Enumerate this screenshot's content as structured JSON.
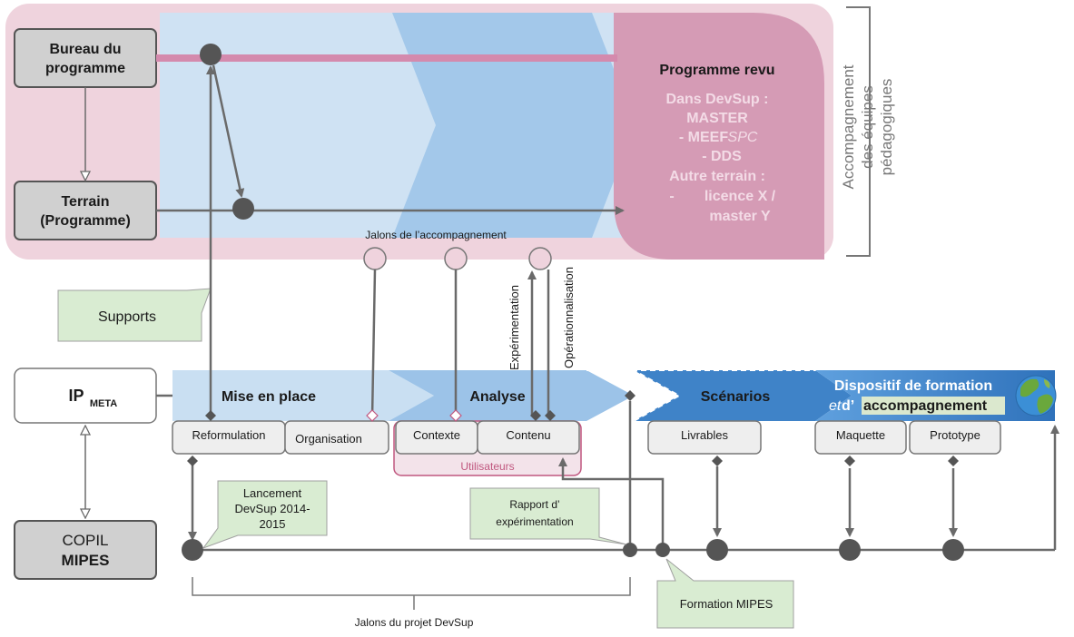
{
  "program": {
    "bureau": [
      "Bureau du",
      "programme"
    ],
    "terrain": [
      "Terrain",
      "(Programme)"
    ],
    "revu_title": "Programme revu",
    "revu_lines": [
      "Dans DevSup :",
      "MASTER",
      "- MEEF",
      "SPC",
      "- DDS",
      "Autre terrain :",
      "-",
      "licence X /",
      "master Y"
    ],
    "accompagnement": [
      "Accompagnement",
      "des équipes",
      "pédagogiques"
    ]
  },
  "jalons_accompagnement": "Jalons de l’accompagnement",
  "vertical_labels": {
    "experimentation": "Expérimentation",
    "operationnalisation": "Opérationnalisation"
  },
  "supports": "Supports",
  "ip": {
    "main": "IP",
    "sub": "META"
  },
  "copil": [
    "COPIL",
    "MIPES"
  ],
  "phases": {
    "mise_en_place": "Mise en place",
    "analyse": "Analyse",
    "scenarios": "Scénarios",
    "dispositif_line1": "Dispositif de formation",
    "dispositif_line2_prefix": "et",
    "dispositif_line2_middle": " d’",
    "dispositif_line2_highlight": "accompagnement"
  },
  "tabs": {
    "reformulation": "Reformulation",
    "organisation": "Organisation",
    "contexte": "Contexte",
    "contenu": "Contenu",
    "utilisateurs": "Utilisateurs",
    "livrables": "Livrables",
    "maquette": "Maquette",
    "prototype": "Prototype"
  },
  "notes": {
    "lancement": [
      "Lancement",
      "DevSup 2014-",
      "2015"
    ],
    "rapport": [
      "Rapport d’",
      "expérimentation"
    ],
    "formation": "Formation MIPES"
  },
  "jalons_projet": "Jalons du projet DevSup",
  "colors": {
    "pink_band": "#efd3dd",
    "revu_box": "#d59bb5",
    "revu_text": "#f3dbe6",
    "phase_light": "#c9dff2",
    "phase_mid": "#9cc3e8",
    "phase_dark": "#3f83c8",
    "green_note": "#d9ecd2",
    "utilisateurs": "#c0577f"
  }
}
